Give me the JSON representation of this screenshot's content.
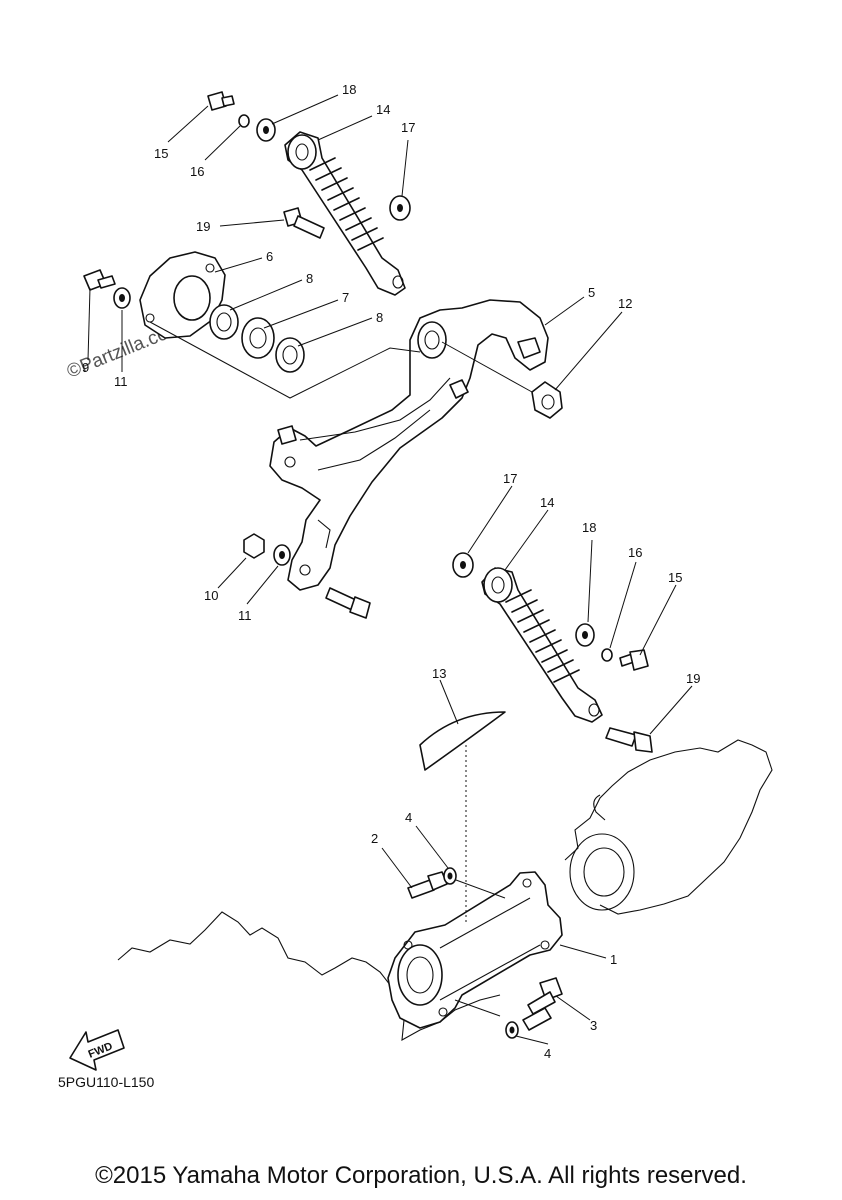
{
  "diagram": {
    "drawing_code": "5PGU110-L150",
    "fwd_label": "FWD",
    "watermark": "©Partzilla.com",
    "copyright": "©2015 Yamaha Motor Corporation, U.S.A. All rights reserved.",
    "callouts": {
      "c18a": "18",
      "c14a": "14",
      "c17a": "17",
      "c15a": "15",
      "c16a": "16",
      "c19a": "19",
      "c6": "6",
      "c8a": "8",
      "c7": "7",
      "c8b": "8",
      "c9": "9",
      "c11a": "11",
      "c5": "5",
      "c12": "12",
      "c17b": "17",
      "c14b": "14",
      "c18b": "18",
      "c16b": "16",
      "c15b": "15",
      "c10": "10",
      "c11b": "11",
      "c13": "13",
      "c19b": "19",
      "c2": "2",
      "c4a": "4",
      "c1": "1",
      "c3": "3",
      "c4b": "4"
    }
  }
}
